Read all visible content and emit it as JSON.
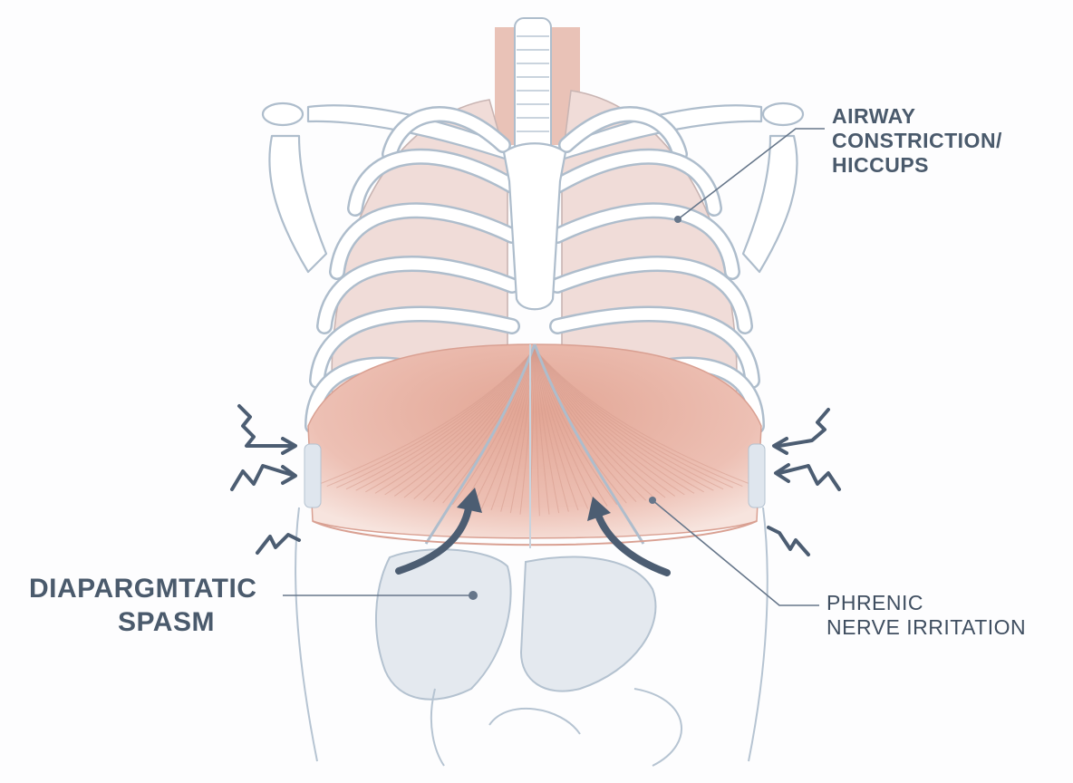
{
  "labels": {
    "airway": [
      "AIRWAY",
      "CONSTRICTION/",
      "HICCUPS"
    ],
    "spasm": [
      "DIAPARGMTATIC",
      "SPASM"
    ],
    "phrenic": [
      "PHRENIC",
      "NERVE IRRITATION"
    ]
  },
  "colors": {
    "label": "#4a5a6c",
    "bone_outline": "#aebdcc",
    "lung_fill": "#f0dcd8",
    "diaphragm_fill": "#eab8aa",
    "organ_fill": "#e4e9ef",
    "arrow": "#4c5d72"
  },
  "icons": [
    "zigzag-arrow-icon",
    "curved-arrow-icon"
  ]
}
